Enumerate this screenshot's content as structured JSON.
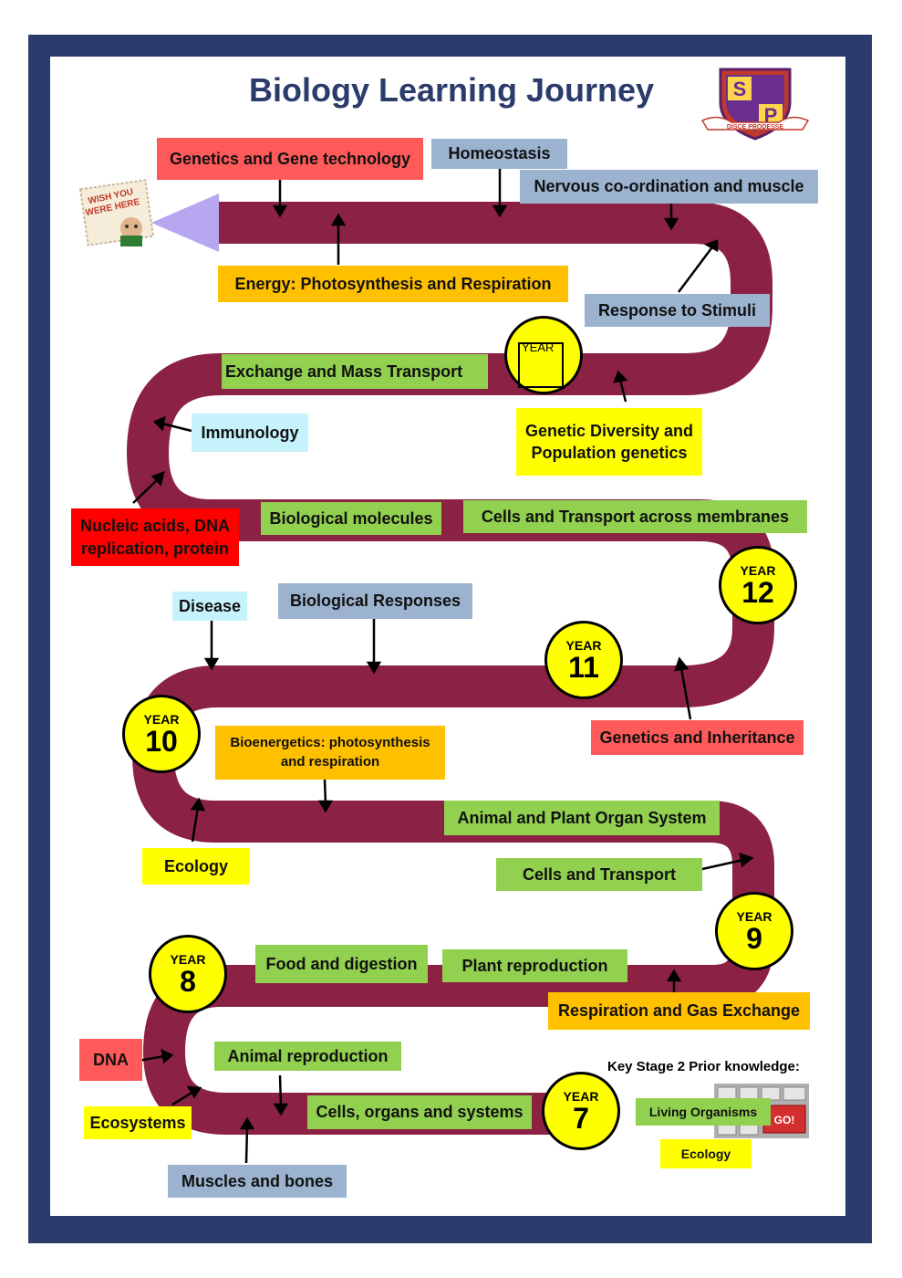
{
  "title": "Biology Learning Journey",
  "logo": {
    "letters": [
      "S",
      "P"
    ],
    "motto": "DISCE PRODESSE"
  },
  "stamp": {
    "text_line1": "WISH YOU",
    "text_line2": "WERE HERE"
  },
  "key_stage": {
    "label": "Key Stage 2 Prior knowledge:",
    "keyboard_key": "GO!"
  },
  "years": {
    "word": "YEAR",
    "y7": "7",
    "y8": "8",
    "y9": "9",
    "y10": "10",
    "y11": "11",
    "y12": "12",
    "y13": ""
  },
  "topics": {
    "genetics_gene_tech": "Genetics and Gene technology",
    "homeostasis": "Homeostasis",
    "nervous": "Nervous co-ordination and muscle",
    "energy": "Energy: Photosynthesis and Respiration",
    "response_stimuli": "Response to Stimuli",
    "exchange": "Exchange and Mass Transport",
    "genetic_diversity": "Genetic Diversity and Population genetics",
    "immunology": "Immunology",
    "nucleic": "Nucleic acids, DNA replication, protein",
    "bio_molecules": "Biological molecules",
    "cells_transport_membranes": "Cells and Transport across membranes",
    "disease": "Disease",
    "bio_responses": "Biological Responses",
    "genetics_inheritance": "Genetics and Inheritance",
    "bioenergetics": "Bioenergetics: photosynthesis and respiration",
    "animal_plant_organ": "Animal and Plant Organ System",
    "ecology10": "Ecology",
    "cells_transport": "Cells and Transport",
    "food_digestion": "Food and digestion",
    "plant_repro": "Plant reproduction",
    "resp_gas": "Respiration and Gas Exchange",
    "dna": "DNA",
    "animal_repro": "Animal reproduction",
    "ecosystems": "Ecosystems",
    "cells_organs": "Cells, organs and systems",
    "muscles_bones": "Muscles and bones",
    "living_organisms": "Living Organisms",
    "ecology_ks2": "Ecology"
  },
  "colors": {
    "frame": "#2b3b6b",
    "road": "#8b2244",
    "green": "#92d050",
    "blue": "#9bb3cf",
    "yellow": "#ffff00",
    "orange": "#ffc000",
    "red": "#ff5a5a"
  }
}
